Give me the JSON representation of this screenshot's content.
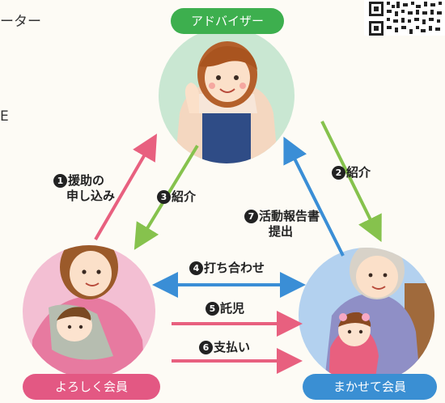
{
  "cutoff_text": {
    "line1": "ーター",
    "line2": "E"
  },
  "roles": {
    "advisor": "アドバイザー",
    "requester": "よろしく会員",
    "provider": "まかせて会員"
  },
  "flows": [
    {
      "id": "f1",
      "number": "1",
      "lines": [
        "援助の",
        "申し込み"
      ]
    },
    {
      "id": "f2",
      "number": "2",
      "lines": [
        "紹介"
      ]
    },
    {
      "id": "f3",
      "number": "3",
      "lines": [
        "紹介"
      ]
    },
    {
      "id": "f4",
      "number": "4",
      "lines": [
        "打ち合わせ"
      ]
    },
    {
      "id": "f5",
      "number": "5",
      "lines": [
        "託児"
      ]
    },
    {
      "id": "f6",
      "number": "6",
      "lines": [
        "支払い"
      ]
    },
    {
      "id": "f7",
      "number": "7",
      "lines": [
        "活動報告書",
        "提出"
      ]
    }
  ],
  "colors": {
    "advisor_circle": "#c9e7d2",
    "advisor_pill": "#3daf4e",
    "requester_circle": "#f3bfd3",
    "requester_pill": "#e35883",
    "provider_circle": "#b3d1ef",
    "provider_pill": "#3a8fd3",
    "arrow_pink": "#e8607f",
    "arrow_green": "#86c24d",
    "arrow_blue": "#3a8ed6"
  }
}
